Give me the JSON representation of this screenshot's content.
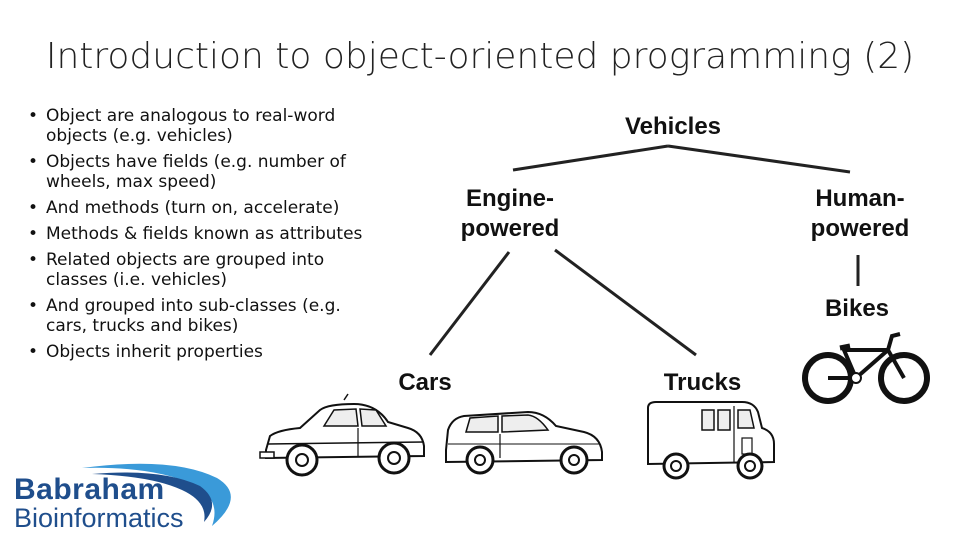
{
  "slide": {
    "title": "Introduction to object-oriented programming (2)"
  },
  "bullets": [
    "Object are analogous to real-word objects (e.g. vehicles)",
    "Objects have fields (e.g. number of wheels, max speed)",
    "And methods (turn on, accelerate)",
    "Methods & fields known as attributes",
    "Related objects are grouped into classes (i.e. vehicles)",
    "And grouped into sub-classes (e.g. cars, trucks and bikes)",
    "Objects inherit properties"
  ],
  "diagram": {
    "root": "Vehicles",
    "engine_line1": "Engine-",
    "engine_line2": "powered",
    "human_line1": "Human-",
    "human_line2": "powered",
    "cars": "Cars",
    "trucks": "Trucks",
    "bikes": "Bikes"
  },
  "logo": {
    "line1": "Babraham",
    "line2": "Bioinformatics",
    "accent": "#1f4e8c",
    "swoosh": "#3a9ad9"
  }
}
